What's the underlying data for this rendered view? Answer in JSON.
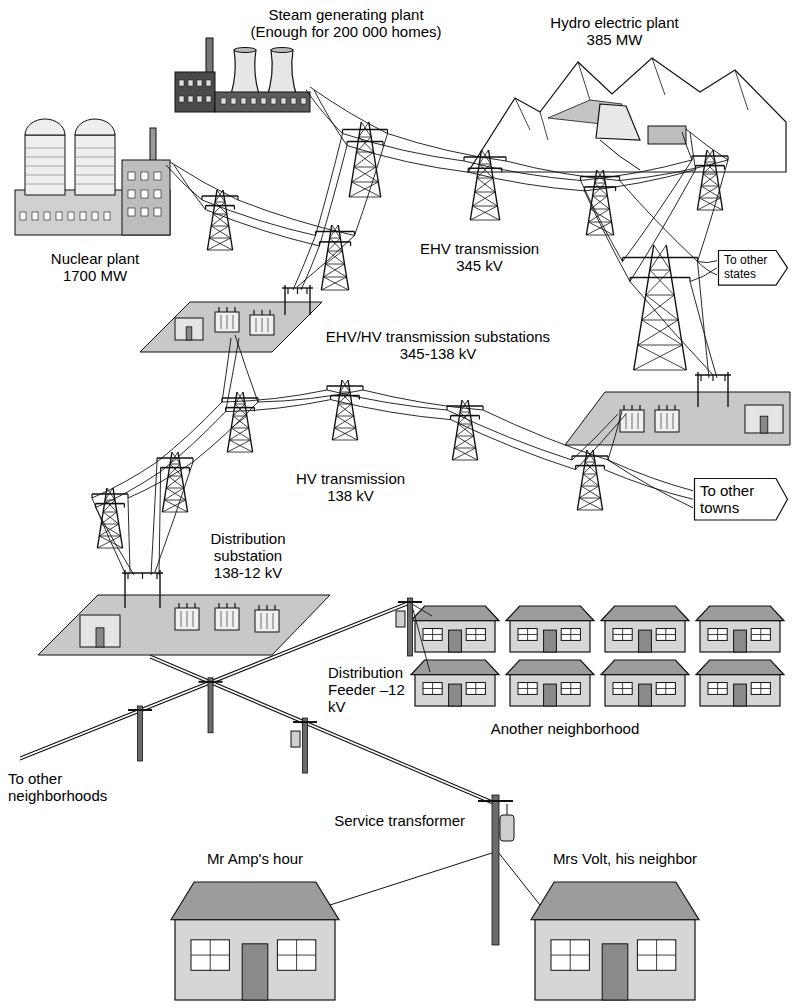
{
  "diagram": {
    "nodes": [
      {
        "text": [
          "To other states"
        ]
      },
      {
        "text": [
          "To other towns"
        ]
      }
    ],
    "labels": [
      "Steam generating plant (Enough for 200 000 homes)",
      "Hydro electric plant 385 MW",
      "Nuclear plant 1700 MW",
      "EHV transmission 345 kV",
      "EHV/HV transmission substations 345-138 kV",
      "HV transmission 138 kV",
      "Distribution substation 138-12 kV",
      "Distribution Feeder –12 kV",
      "Another neighborhood",
      "To other neighborhoods",
      "Service transformer",
      "Mr Amp's hour",
      "Mrs Volt, his neighbor"
    ]
  }
}
